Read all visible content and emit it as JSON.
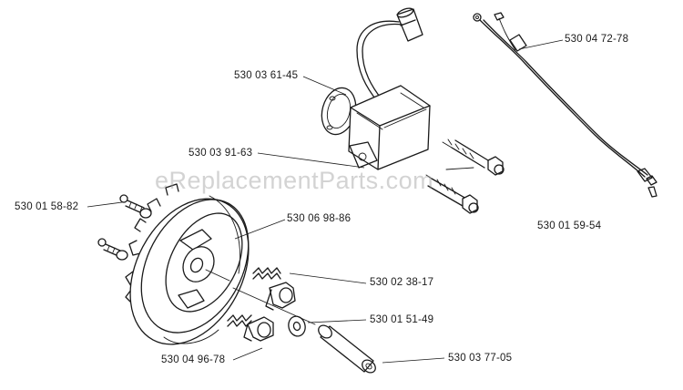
{
  "watermark": "eReplacementParts.com",
  "labels": {
    "wiring_harness": "530 04 72-78",
    "ignition_coil": "530 03 61-45",
    "coil_screw": "530 03 91-63",
    "flywheel_screw": "530 01 58-82",
    "flywheel": "530 06 98-86",
    "pawl_right": "530 02 38-17",
    "washer": "530 01 51-49",
    "pawl_left": "530 04 96-78",
    "sleeve": "530 03 77-05",
    "kit": "530 01 59-54"
  },
  "colors": {
    "line": "#1a1a1a",
    "background": "#ffffff",
    "watermark": "#969696"
  }
}
